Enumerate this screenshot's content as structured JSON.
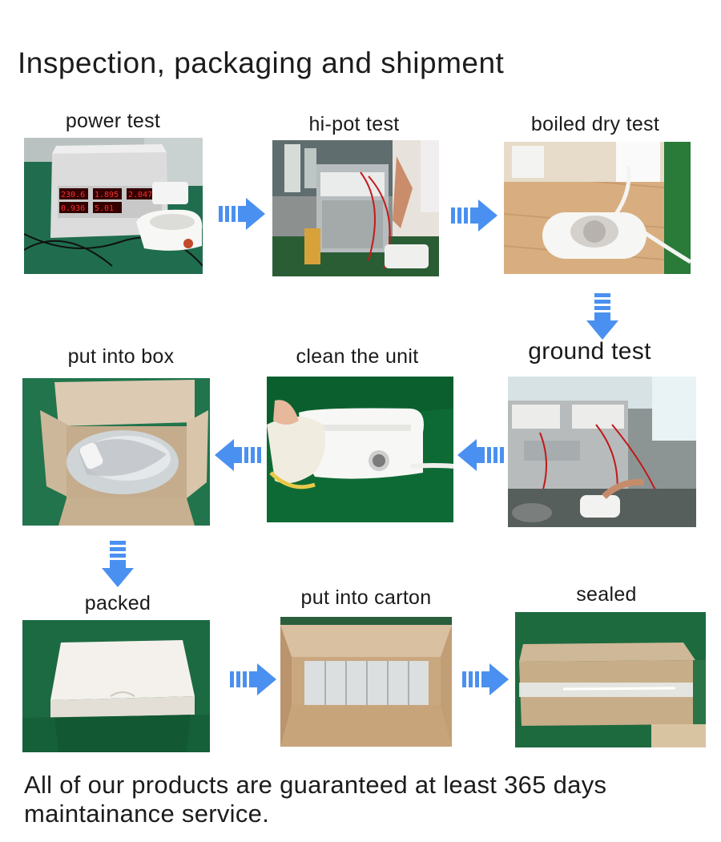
{
  "page": {
    "title": "Inspection, packaging and shipment",
    "footer_line1": "All of our products are guaranteed at least 365 days",
    "footer_line2": "maintainance service."
  },
  "steps": [
    {
      "id": "power-test",
      "label": "power test"
    },
    {
      "id": "hi-pot-test",
      "label": "hi-pot test"
    },
    {
      "id": "boiled-dry-test",
      "label": "boiled dry test"
    },
    {
      "id": "ground-test",
      "label": "ground test"
    },
    {
      "id": "clean-the-unit",
      "label": "clean the unit"
    },
    {
      "id": "put-into-box",
      "label": "put into box"
    },
    {
      "id": "packed",
      "label": "packed"
    },
    {
      "id": "put-into-carton",
      "label": "put into carton"
    },
    {
      "id": "sealed",
      "label": "sealed"
    }
  ],
  "meter_readings": [
    "230.6",
    "1.895",
    "2.047",
    "0.936",
    "5.01"
  ],
  "arrow_color": "#4a90f0",
  "icons": {
    "flow_arrow": "arrow-icon"
  }
}
